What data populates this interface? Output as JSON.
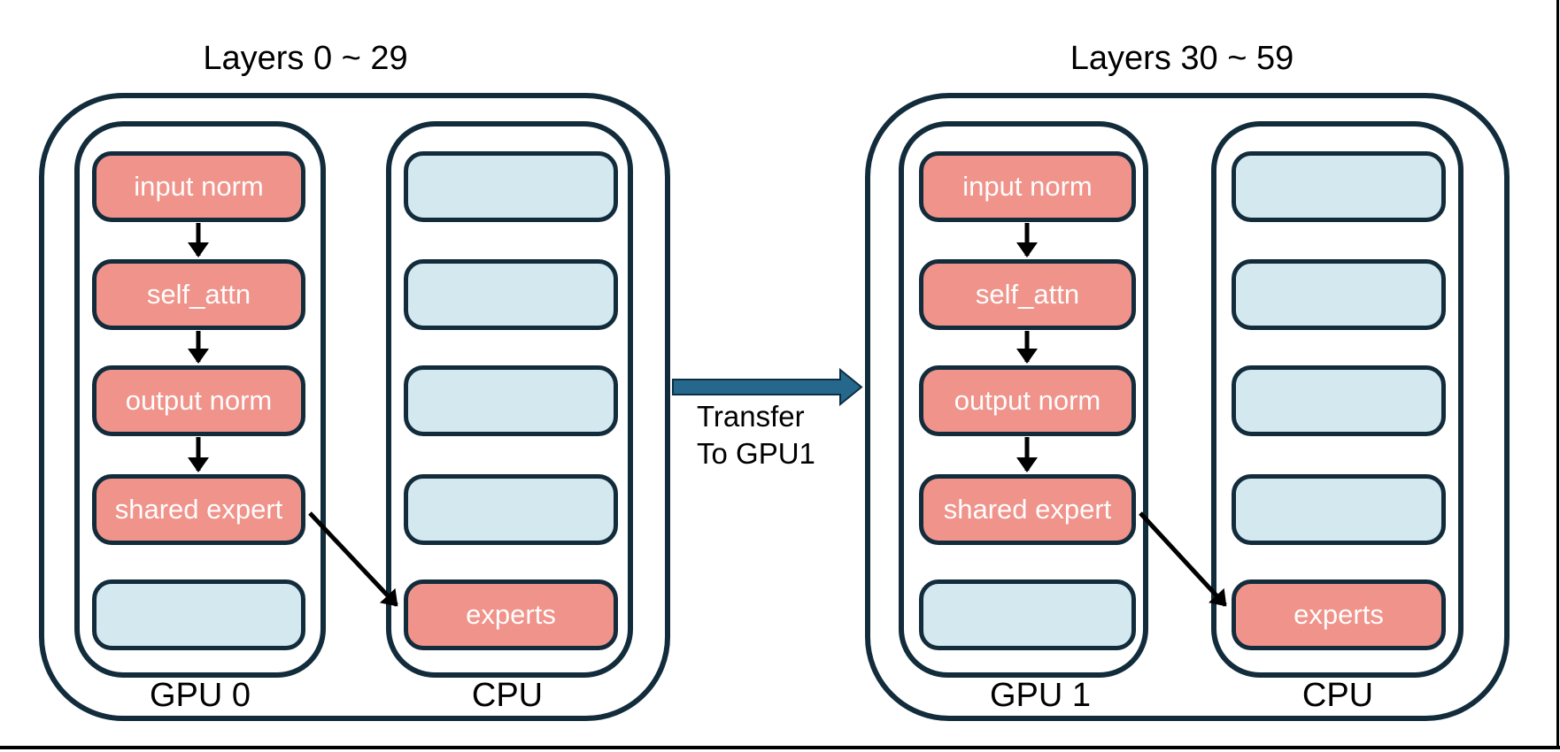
{
  "diagram": {
    "colors": {
      "navy": "#122C3C",
      "salmon": "#F0938A",
      "light_blue": "#D3E8EF",
      "teal": "#26688C",
      "teal_outline": "#0B3045",
      "text_black": "#000000",
      "box_text": "#FDFDFD",
      "background": "#FFFFFF",
      "frame_line": "#000000",
      "flow_arrow": "#000000"
    },
    "transfer": {
      "line1": "Transfer",
      "line2": "To GPU1"
    },
    "groups": [
      {
        "title": "Layers 0 ~ 29",
        "gpu_label": "GPU 0",
        "cpu_label": "CPU",
        "gpu_boxes": [
          {
            "label": "input norm",
            "style": "salmon"
          },
          {
            "label": "self_attn",
            "style": "salmon"
          },
          {
            "label": "output norm",
            "style": "salmon"
          },
          {
            "label": "shared expert",
            "style": "salmon"
          },
          {
            "label": "",
            "style": "blue"
          }
        ],
        "cpu_boxes": [
          {
            "label": "",
            "style": "blue"
          },
          {
            "label": "",
            "style": "blue"
          },
          {
            "label": "",
            "style": "blue"
          },
          {
            "label": "",
            "style": "blue"
          },
          {
            "label": "experts",
            "style": "salmon"
          }
        ]
      },
      {
        "title": "Layers 30 ~ 59",
        "gpu_label": "GPU 1",
        "cpu_label": "CPU",
        "gpu_boxes": [
          {
            "label": "input norm",
            "style": "salmon"
          },
          {
            "label": "self_attn",
            "style": "salmon"
          },
          {
            "label": "output norm",
            "style": "salmon"
          },
          {
            "label": "shared expert",
            "style": "salmon"
          },
          {
            "label": "",
            "style": "blue"
          }
        ],
        "cpu_boxes": [
          {
            "label": "",
            "style": "blue"
          },
          {
            "label": "",
            "style": "blue"
          },
          {
            "label": "",
            "style": "blue"
          },
          {
            "label": "",
            "style": "blue"
          },
          {
            "label": "experts",
            "style": "salmon"
          }
        ]
      }
    ]
  }
}
